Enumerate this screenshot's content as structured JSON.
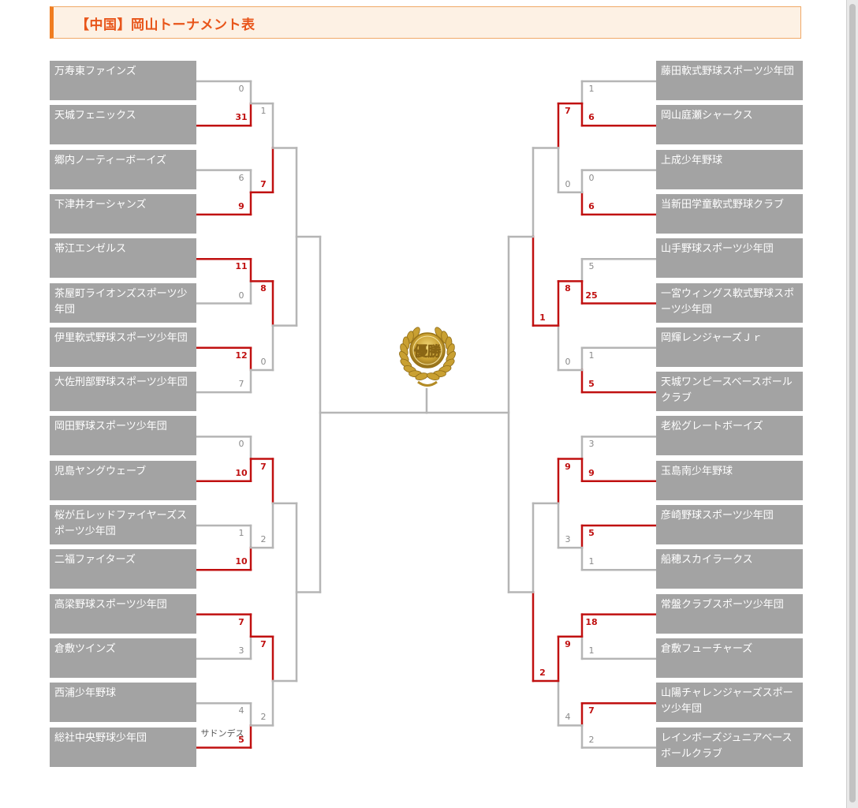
{
  "title": "【中国】岡山トーナメント表",
  "trophy_text": "優勝",
  "colors": {
    "line": "#b5b5b5",
    "winner_line": "#c01010",
    "winner_box": "#0f5e8e",
    "box": "#a3a3a3",
    "title_accent": "#f07d20"
  },
  "left": {
    "teams": [
      "万寿東ファインズ",
      "天城フェニックス",
      "郷内ノーティーボーイズ",
      "下津井オーシャンズ",
      "帯江エンゼルス",
      "茶屋町ライオンズスポーツ少年団",
      "伊里軟式野球スポーツ少年団",
      "大佐刑部野球スポーツ少年団",
      "岡田野球スポーツ少年団",
      "児島ヤングウェーブ",
      "桜が丘レッドファイヤーズスポーツ少年団",
      "二福ファイターズ",
      "高梁野球スポーツ少年団",
      "倉敷ツインズ",
      "西浦少年野球",
      "総社中央野球少年団"
    ],
    "r1": [
      [
        "0",
        "31"
      ],
      [
        "6",
        "9"
      ],
      [
        "11",
        "0"
      ],
      [
        "12",
        "7"
      ],
      [
        "0",
        "10"
      ],
      [
        "1",
        "10"
      ],
      [
        "7",
        "3"
      ],
      [
        "4",
        "5"
      ]
    ],
    "r1_note": "サドンデス",
    "r2": [
      [
        "1",
        "7"
      ],
      [
        "8",
        "0"
      ],
      [
        "7",
        "2"
      ],
      [
        "7",
        "2"
      ]
    ],
    "r3": [
      [
        "",
        ""
      ],
      [
        "",
        ""
      ]
    ]
  },
  "right": {
    "teams": [
      "藤田軟式野球スポーツ少年団",
      "岡山庭瀬シャークス",
      "上成少年野球",
      "当新田学童軟式野球クラブ",
      "山手野球スポーツ少年団",
      "一宮ウィングス軟式野球スポーツ少年団",
      "岡輝レンジャーズＪｒ",
      "天城ワンピースベースボールクラブ",
      "老松グレートボーイズ",
      "玉島南少年野球",
      "彦崎野球スポーツ少年団",
      "船穂スカイラークス",
      "常盤クラブスポーツ少年団",
      "倉敷フューチャーズ",
      "山陽チャレンジャーズスポーツ少年団",
      "レインボーズジュニアベースボールクラブ"
    ],
    "r1": [
      [
        "1",
        "6"
      ],
      [
        "0",
        "6"
      ],
      [
        "5",
        "25"
      ],
      [
        "1",
        "5"
      ],
      [
        "3",
        "9"
      ],
      [
        "5",
        "1"
      ],
      [
        "18",
        "1"
      ],
      [
        "7",
        "2"
      ]
    ],
    "r2": [
      [
        "7",
        "0"
      ],
      [
        "8",
        "0"
      ],
      [
        "9",
        "3"
      ],
      [
        "9",
        "4"
      ]
    ],
    "r3": [
      [
        "",
        "1"
      ],
      [
        "",
        "2"
      ]
    ]
  }
}
